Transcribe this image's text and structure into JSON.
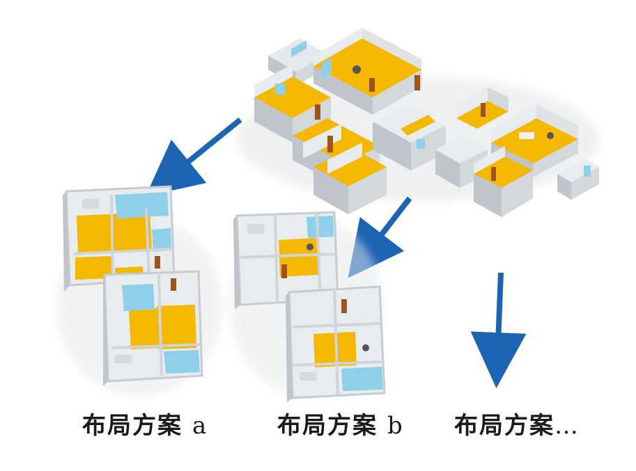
{
  "colors": {
    "floor": "#f5b800",
    "wall": "#e9ecef",
    "wall_shade": "#bfc5cb",
    "glass": "#8ed0ea",
    "door": "#a0521f",
    "arrow": "#1e64b4"
  },
  "captions": [
    {
      "text": "布局方案",
      "suffix": "a"
    },
    {
      "text": "布局方案",
      "suffix": "b"
    },
    {
      "text": "布局方案",
      "suffix": "…"
    }
  ]
}
